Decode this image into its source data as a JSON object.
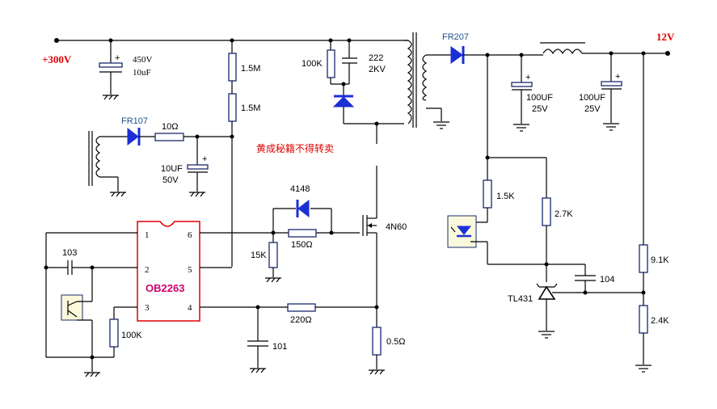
{
  "diagram": {
    "title": "Flyback SMPS schematic (OB2263 controller, 300V to 12V)",
    "watermark": "黄成秘籍不得转卖",
    "rails": {
      "input": "+300V",
      "output": "12V"
    },
    "controller": {
      "name": "OB2263",
      "pins": [
        "1",
        "2",
        "3",
        "4",
        "5",
        "6"
      ]
    },
    "components": {
      "c_bulk_v": "450V",
      "c_bulk_c": "10uF",
      "r_start1": "1.5M",
      "r_start2": "1.5M",
      "snubber_r": "100K",
      "snubber_c1": "222",
      "snubber_c2": "2KV",
      "d_out": "FR207",
      "c_out1_c": "100UF",
      "c_out1_v": "25V",
      "c_out2_c": "100UF",
      "c_out2_v": "25V",
      "d_aux": "FR107",
      "r_aux": "10Ω",
      "c_aux_c": "10UF",
      "c_aux_v": "50V",
      "d_gate": "4148",
      "r_gate": "150Ω",
      "r_gate_pd": "15K",
      "mosfet": "4N60",
      "c_comp": "103",
      "r_pin3": "100K",
      "r_cs": "220Ω",
      "c_cs": "101",
      "r_sense": "0.5Ω",
      "r_led": "1.5K",
      "r_bias": "2.7K",
      "c_loop": "104",
      "shunt_ref": "TL431",
      "r_div_top": "9.1K",
      "r_div_bot": "2.4K"
    },
    "colors": {
      "rail_label": "#e00000",
      "ic_label": "#d4006f",
      "ic_border": "#e00000",
      "diode": "#1b2fd6",
      "wire": "#000000"
    }
  }
}
